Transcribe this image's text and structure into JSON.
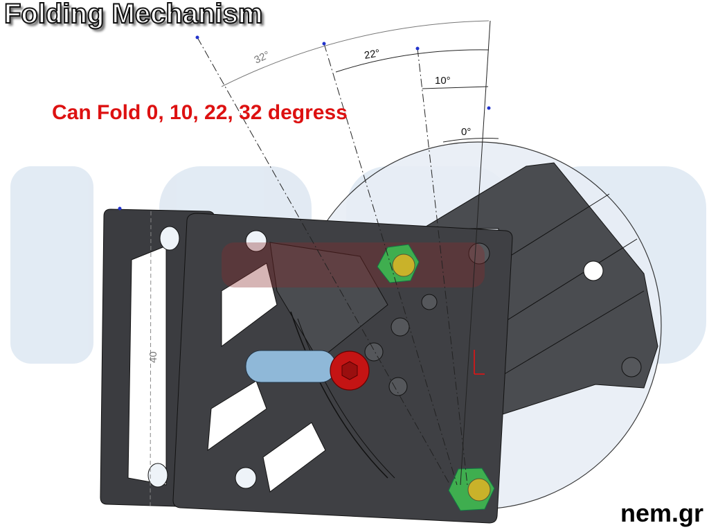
{
  "title": "Folding Mechanism",
  "caption": "Can Fold 0, 10, 22, 32 degress",
  "site_label": "nem.gr",
  "dimensions": {
    "angle_0": "0°",
    "angle_10": "10°",
    "angle_22": "22°",
    "angle_32": "32°",
    "length_40": "40"
  },
  "fold_angles_deg": [
    0,
    10,
    22,
    32
  ],
  "colors": {
    "caption": "#dd1111",
    "frame": "#3a3b3e",
    "pin": "#8fb8d8",
    "red_bolt": "#cc1111",
    "green_nut": "#3fae4f",
    "yellow_bolt": "#c9b22a",
    "watermark": "#dbe6f2"
  },
  "parts": [
    {
      "name": "rear-plate"
    },
    {
      "name": "front-plate"
    },
    {
      "name": "motor-housing"
    },
    {
      "name": "blue-pin"
    },
    {
      "name": "red-button-bolt"
    },
    {
      "name": "top-nut"
    },
    {
      "name": "bottom-nut"
    }
  ]
}
